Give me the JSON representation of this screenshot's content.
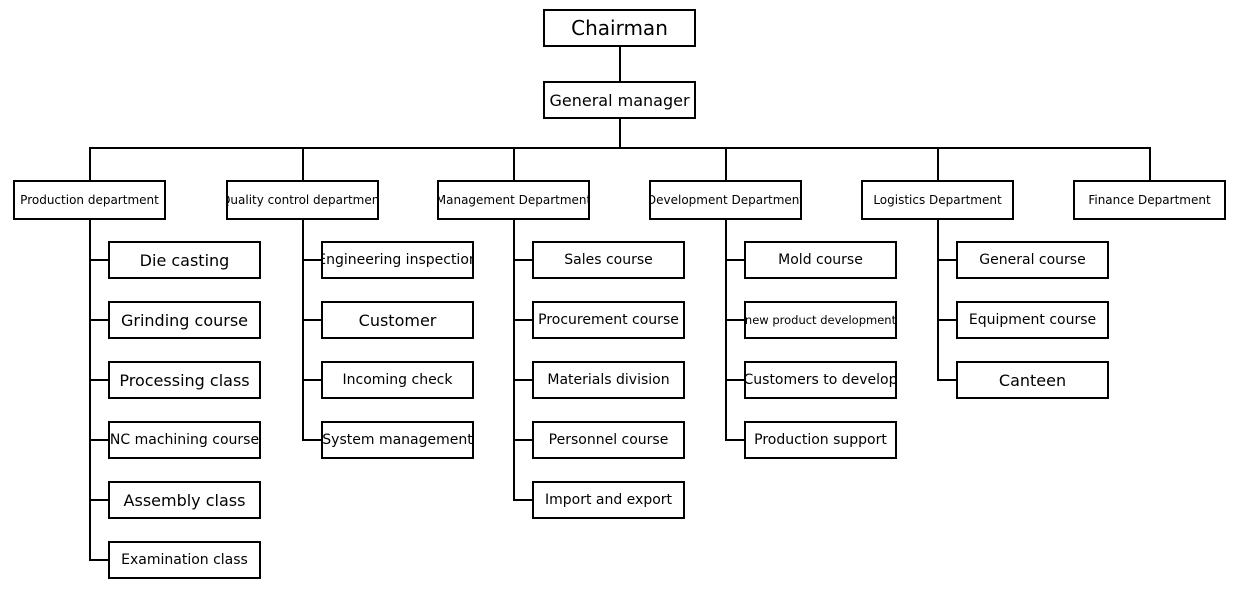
{
  "chairman": "Chairman",
  "general_manager": "General manager",
  "departments": [
    {
      "name": "Production department",
      "units": [
        "Die casting",
        "Grinding course",
        "Processing class",
        "NC machining course",
        "Assembly class",
        "Examination class"
      ]
    },
    {
      "name": "Quality control department",
      "units": [
        "Engineering inspection",
        "Customer",
        "Incoming check",
        "System management"
      ]
    },
    {
      "name": "Management Department",
      "units": [
        "Sales course",
        "Procurement course",
        "Materials division",
        "Personnel course",
        "Import and export"
      ]
    },
    {
      "name": "Development Department",
      "units": [
        "Mold course",
        "new product development",
        "Customers to develop",
        "Production support"
      ]
    },
    {
      "name": "Logistics Department",
      "units": [
        "General course",
        "Equipment course",
        "Canteen"
      ]
    },
    {
      "name": "Finance Department",
      "units": []
    }
  ]
}
